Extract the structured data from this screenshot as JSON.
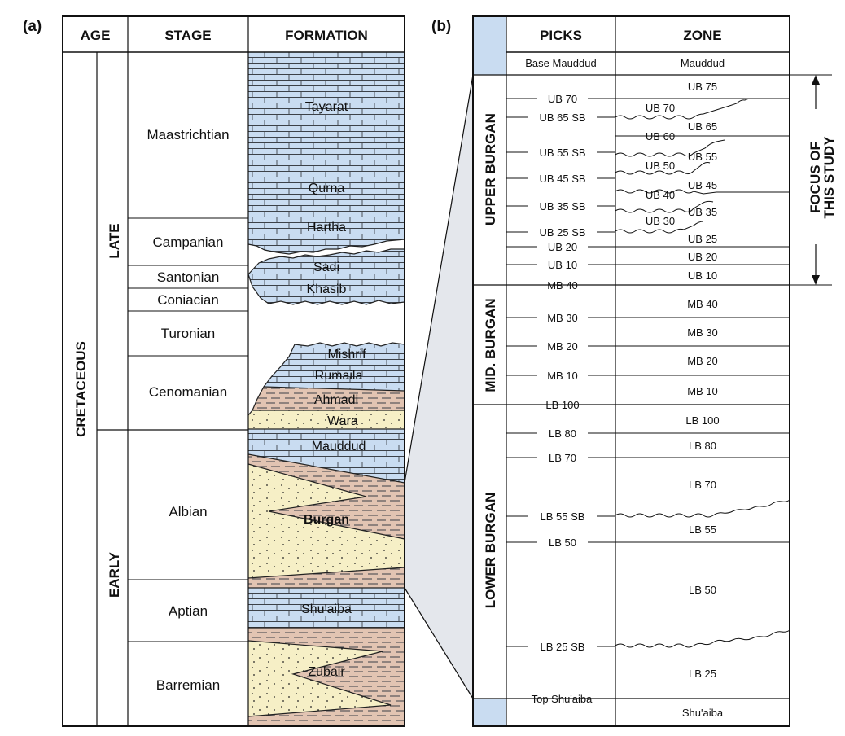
{
  "panel_a": {
    "label": "(a)",
    "headers": {
      "age": "AGE",
      "stage": "STAGE",
      "formation": "FORMATION"
    },
    "period": "CRETACEOUS",
    "epochs": [
      "LATE",
      "EARLY"
    ],
    "stages": [
      "Maastrichtian",
      "Campanian",
      "Santonian",
      "Coniacian",
      "Turonian",
      "Cenomanian",
      "Albian",
      "Aptian",
      "Barremian"
    ],
    "formations": [
      "Tayarat",
      "Qurna",
      "Hartha",
      "Sadi",
      "Khasib",
      "Mishrif",
      "Rumaila",
      "Ahmadi",
      "Wara",
      "Mauddud",
      "Burgan",
      "Shu'aiba",
      "Zubair"
    ]
  },
  "panel_b": {
    "label": "(b)",
    "headers": {
      "picks": "PICKS",
      "zone": "ZONE"
    },
    "groups": [
      "UPPER BURGAN",
      "MID. BURGAN",
      "LOWER BURGAN"
    ],
    "focus": [
      "FOCUS OF",
      "THIS STUDY"
    ],
    "picks": [
      "Base Mauddud",
      "UB 70",
      "UB 65 SB",
      "UB 55 SB",
      "UB 45 SB",
      "UB 35 SB",
      "UB 25 SB",
      "UB 20",
      "UB 10",
      "MB 40",
      "MB 30",
      "MB 20",
      "MB 10",
      "LB 100",
      "LB 80",
      "LB 70",
      "LB 55 SB",
      "LB 50",
      "LB 25 SB",
      "Top Shu'aiba"
    ],
    "zones": [
      "Mauddud",
      "UB 75",
      "UB 70",
      "UB 65",
      "UB 60",
      "UB 55",
      "UB 50",
      "UB 45",
      "UB 40",
      "UB 35",
      "UB 30",
      "UB 25",
      "UB 20",
      "UB 10",
      "MB 40",
      "MB 30",
      "MB 20",
      "MB 10",
      "LB 100",
      "LB 80",
      "LB 70",
      "LB 55",
      "LB 50",
      "LB 25",
      "Shu'aiba"
    ]
  },
  "colors": {
    "limestone": "#c9dcf1",
    "shale": "#e2c4b2",
    "sand": "#f6efc6",
    "connector": "#e4e7ec",
    "line": "#111111"
  }
}
